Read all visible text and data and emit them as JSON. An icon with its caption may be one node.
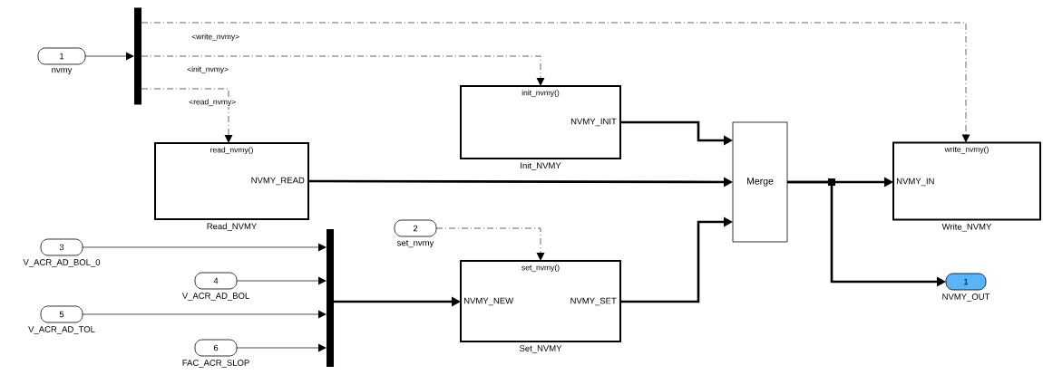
{
  "diagram": {
    "nodes": [
      {
        "text": [
          "1"
        ],
        "beside": [
          "nvmy"
        ]
      },
      {
        "text": [],
        "shape": "bar"
      },
      {
        "text": [
          "read_nvmy()",
          "NVMY_READ"
        ],
        "beside": [
          "Read_NVMY"
        ]
      },
      {
        "text": [
          "init_nvmy()",
          "NVMY_INIT"
        ],
        "beside": [
          "Init_NVMY"
        ]
      },
      {
        "text": [
          "Merge"
        ]
      },
      {
        "text": [
          "write_nvmy()",
          "NVMY_IN"
        ],
        "beside": [
          "Write_NVMY"
        ]
      },
      {
        "text": [
          "2"
        ],
        "beside": [
          "set_nvmy"
        ]
      },
      {
        "text": [
          "3"
        ],
        "beside": [
          "V_ACR_AD_BOL_0"
        ]
      },
      {
        "text": [
          "4"
        ],
        "beside": [
          "V_ACR_AD_BOL"
        ]
      },
      {
        "text": [
          "5"
        ],
        "beside": [
          "V_ACR_AD_TOL"
        ]
      },
      {
        "text": [
          "6"
        ],
        "beside": [
          "FAC_ACR_SLOP"
        ]
      },
      {
        "text": [],
        "shape": "bar"
      },
      {
        "text": [
          "set_nvmy()",
          "NVMY_NEW",
          "NVMY_SET"
        ],
        "beside": [
          "Set_NVMY"
        ]
      },
      {
        "text": [
          "1"
        ],
        "beside": [
          "NVMY_OUT"
        ]
      }
    ],
    "edges": [
      {
        "from": 0,
        "to": 1,
        "arrow": "to"
      },
      {
        "from": 1,
        "to": 5,
        "arrow": "to",
        "style": "dashed",
        "label": "<write_nvmy>"
      },
      {
        "from": 1,
        "to": 3,
        "arrow": "to",
        "style": "dashed",
        "label": "<init_nvmy>"
      },
      {
        "from": 1,
        "to": 2,
        "arrow": "to",
        "style": "dashed",
        "label": "<read_nvmy>"
      },
      {
        "from": 3,
        "to": 4,
        "arrow": "to",
        "style": "thick"
      },
      {
        "from": 2,
        "to": 4,
        "arrow": "to",
        "style": "thick"
      },
      {
        "from": 12,
        "to": 4,
        "arrow": "to",
        "style": "thick"
      },
      {
        "from": 4,
        "to": 5,
        "arrow": "to",
        "style": "thick"
      },
      {
        "from": 4,
        "to": 13,
        "arrow": "to",
        "style": "thick"
      },
      {
        "from": 6,
        "to": 12,
        "arrow": "to",
        "style": "dashed"
      },
      {
        "from": 7,
        "to": 11,
        "arrow": "to"
      },
      {
        "from": 8,
        "to": 11,
        "arrow": "to"
      },
      {
        "from": 9,
        "to": 11,
        "arrow": "to"
      },
      {
        "from": 10,
        "to": 11,
        "arrow": "to"
      },
      {
        "from": 11,
        "to": 12,
        "arrow": "to",
        "style": "thick"
      }
    ]
  }
}
